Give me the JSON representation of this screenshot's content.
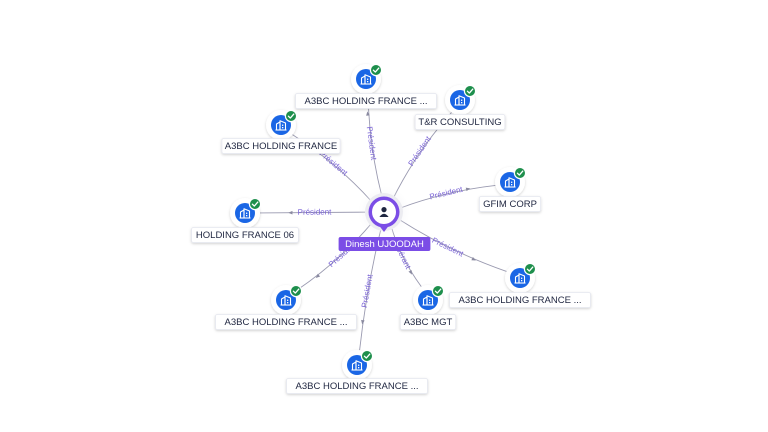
{
  "colors": {
    "person_accent": "#7b4de6",
    "company_blue": "#1a66e5",
    "verified_green": "#1e8f4c",
    "edge": "#9a9ab0",
    "edge_label": "#7a63d6"
  },
  "icons": {
    "person": "person-icon",
    "company": "building-icon",
    "verified": "check-badge-icon"
  },
  "center": {
    "label": "Dinesh UJOODAH"
  },
  "nodes": [
    {
      "id": "n1",
      "label": "A3BC HOLDING FRANCE ...",
      "edge_label": "Président"
    },
    {
      "id": "n2",
      "label": "T&R CONSULTING",
      "edge_label": "Président"
    },
    {
      "id": "n3",
      "label": "A3BC HOLDING FRANCE",
      "edge_label": "Président"
    },
    {
      "id": "n4",
      "label": "GFIM CORP",
      "edge_label": "Président"
    },
    {
      "id": "n5",
      "label": "HOLDING FRANCE 06",
      "edge_label": "Président"
    },
    {
      "id": "n6",
      "label": "A3BC HOLDING FRANCE ...",
      "edge_label": "Président"
    },
    {
      "id": "n7",
      "label": "A3BC HOLDING FRANCE ...",
      "edge_label": "Président"
    },
    {
      "id": "n8",
      "label": "A3BC MGT",
      "edge_label": "Gérant"
    },
    {
      "id": "n9",
      "label": "A3BC HOLDING FRANCE ...",
      "edge_label": "Président"
    }
  ]
}
